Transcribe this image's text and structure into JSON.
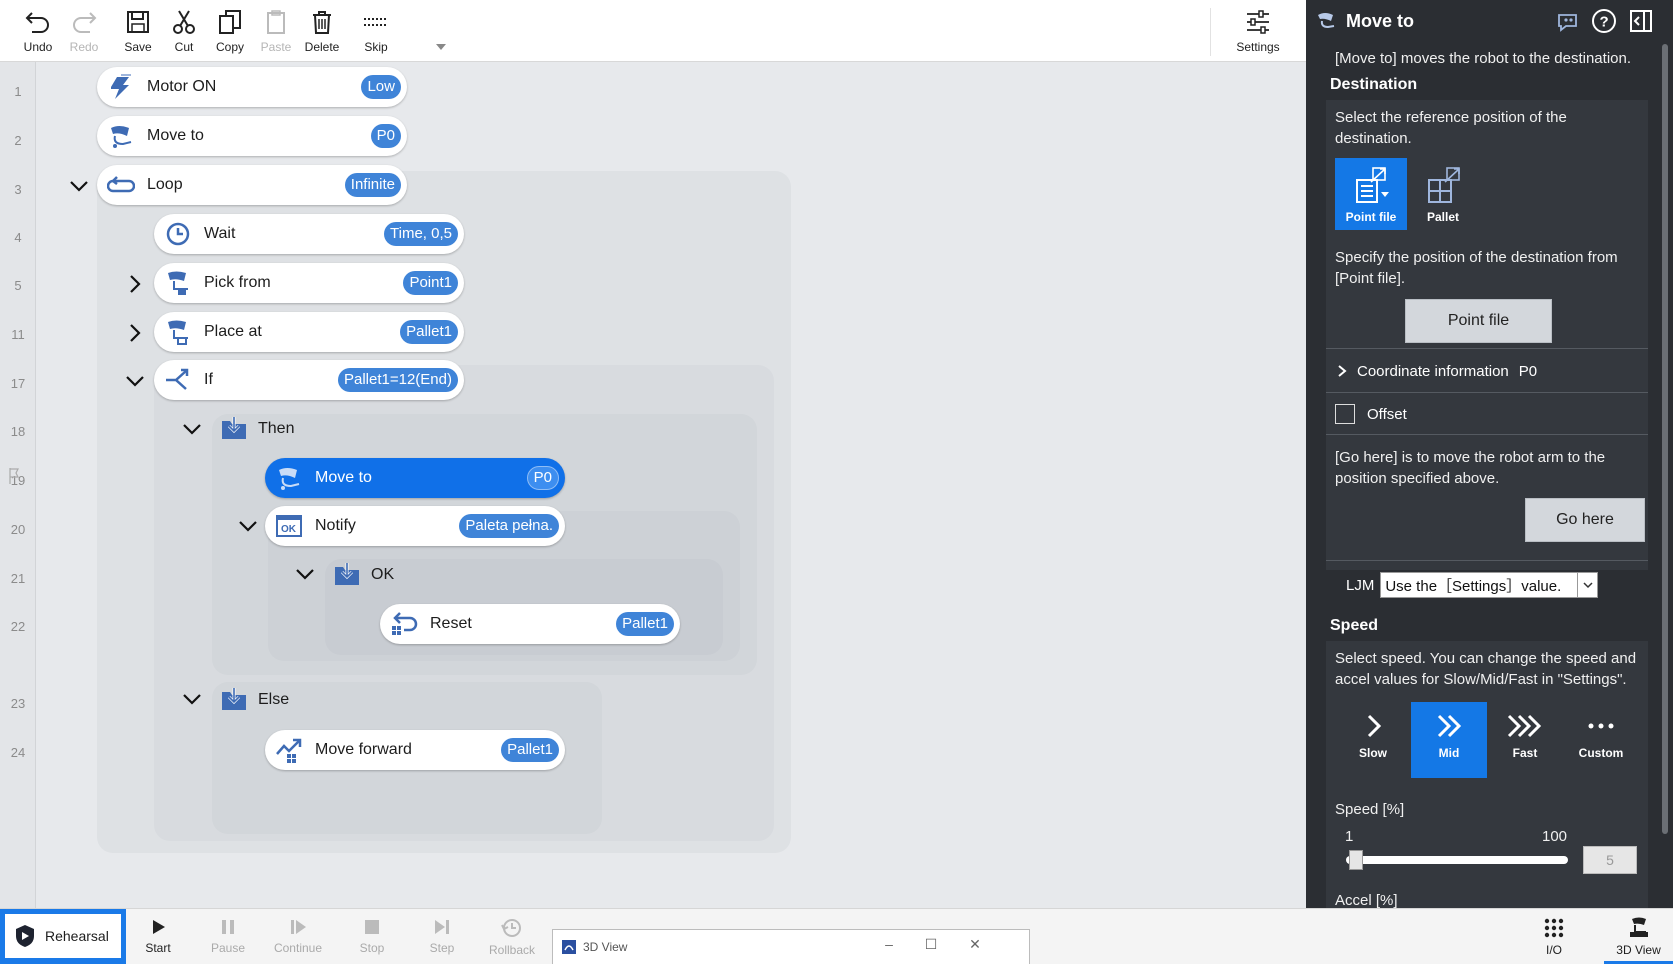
{
  "toolbar": {
    "undo": "Undo",
    "redo": "Redo",
    "save": "Save",
    "cut": "Cut",
    "copy": "Copy",
    "paste": "Paste",
    "delete": "Delete",
    "skip": "Skip",
    "settings": "Settings"
  },
  "line_numbers": [
    "1",
    "2",
    "3",
    "4",
    "5",
    "11",
    "17",
    "18",
    "19",
    "20",
    "21",
    "22",
    "23",
    "24"
  ],
  "flow": {
    "motor_on": {
      "label": "Motor ON",
      "value": "Low"
    },
    "move_to_1": {
      "label": "Move to",
      "value": "P0"
    },
    "loop": {
      "label": "Loop",
      "value": "Infinite"
    },
    "wait": {
      "label": "Wait",
      "value": "Time, 0,5"
    },
    "pick_from": {
      "label": "Pick from",
      "value": "Point1"
    },
    "place_at": {
      "label": "Place at",
      "value": "Pallet1"
    },
    "if": {
      "label": "If",
      "value": "Pallet1=12(End)"
    },
    "then": {
      "label": "Then"
    },
    "move_to_2": {
      "label": "Move to",
      "value": "P0"
    },
    "notify": {
      "label": "Notify",
      "value": "Paleta pełna."
    },
    "ok": {
      "label": "OK"
    },
    "reset": {
      "label": "Reset",
      "value": "Pallet1"
    },
    "else": {
      "label": "Else"
    },
    "move_forward": {
      "label": "Move forward",
      "value": "Pallet1"
    }
  },
  "panel": {
    "title": "Move to",
    "intro": "[Move to] moves the robot to the destination.",
    "destination": {
      "heading": "Destination",
      "desc": "Select the reference position of the destination.",
      "options": [
        "Point file",
        "Pallet"
      ],
      "selected": "Point file",
      "specify": "Specify the position of the destination from [Point file].",
      "point_file_button": "Point file",
      "coord_info_label": "Coordinate information",
      "coord_info_value": "P0",
      "offset_label": "Offset",
      "offset_checked": false,
      "go_here_desc": "[Go here] is to move the robot arm to the position specified above.",
      "go_here_button": "Go here",
      "ljm_label": "LJM",
      "ljm_value": "Use the［Settings］value."
    },
    "speed": {
      "heading": "Speed",
      "desc": "Select speed. You can change the speed and accel values for Slow/Mid/Fast in \"Settings\".",
      "options": [
        "Slow",
        "Mid",
        "Fast",
        "Custom"
      ],
      "selected": "Mid",
      "speed_label": "Speed [%]",
      "min": "1",
      "max": "100",
      "value": "5",
      "accel_label": "Accel [%]"
    }
  },
  "bottom": {
    "rehearsal": "Rehearsal",
    "start": "Start",
    "pause": "Pause",
    "continue": "Continue",
    "stop": "Stop",
    "step": "Step",
    "rollback": "Rollback",
    "view_window_title": "3D View",
    "io": "I/O",
    "view3d": "3D View"
  },
  "colors": {
    "accent": "#1478e6",
    "pill": "#3f84d8",
    "panel_bg": "#2b2e33",
    "icon_blue": "#3e6bb4"
  }
}
